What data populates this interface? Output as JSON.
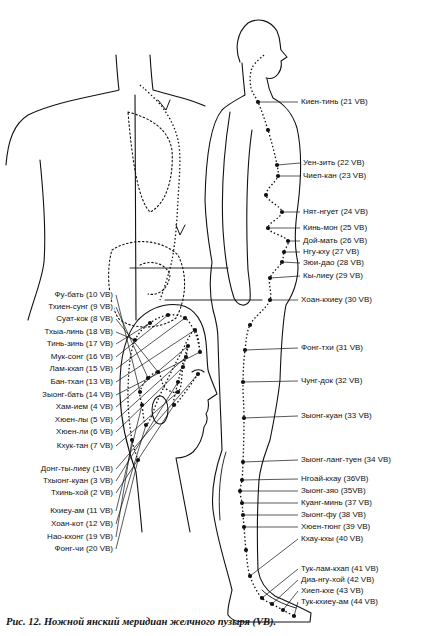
{
  "diagram": {
    "caption": "Рис. 12. Ножной янский меридиан желчного пузыря (VB).",
    "labels": [
      "Киен-тинь (21 VB)",
      "Уен-зить (22 VB)",
      "Чиеп-кан (23 VB)",
      "Нят-нгует (24 VB)",
      "Кинь-мон (25 VB)",
      "Дой-мать (26 VB)",
      "Нгу-кху (27 VB)",
      "Зюи-дао (28 VB)",
      "Кы-лиеу (29 VB)",
      "Хоан-кхиеу (30 VB)",
      "Фонг-тхи (31 VB)",
      "Чунг-док (32 VB)",
      "Зыонг-куан (33 VB)",
      "Зыонг-ланг-туен (34 VB)",
      "Нгоай-кхау (36VB)",
      "Зыонг-зяо (35VB)",
      "Куанг-минь (37 VB)",
      "Зыонг-фу (38 VB)",
      "Хюен-тюнг (39 VB)",
      "Кхау-кхы (40 VB)",
      "Тук-лам-кхап (41 VB)",
      "Диа-нгу-хой (42 VB)",
      "Хиеп-кхе (43 VB)",
      "Тук-кхиеу-ам (44 VB)",
      "Фу-бать (10 VB)",
      "Тхиен-сунг (9 VB)",
      "Суат-кок (8 VB)",
      "Тхыа-линь (18 VB)",
      "Тинь-зинь (17 VB)",
      "Мук-сонг (16 VB)",
      "Лам-кхап (15 VB)",
      "Бан-тхан (13 VB)",
      "Зыонг-бать (14 VB)",
      "Хам-ием (4 VB)",
      "Хюен-лы (5 VB)",
      "Хюен-ли (6 VB)",
      "Кхук-тан (7 VB)",
      "Донг-ты-лиеу (1VB)",
      "Тхыонг-куан (3 VB)",
      "Тхинь-хой (2 VB)",
      "Кхиеу-ам (11 VB)",
      "Хоан-кот (12 VB)",
      "Нао-кхонг (19 VB)",
      "Фонг-чи (20 VB)"
    ]
  }
}
